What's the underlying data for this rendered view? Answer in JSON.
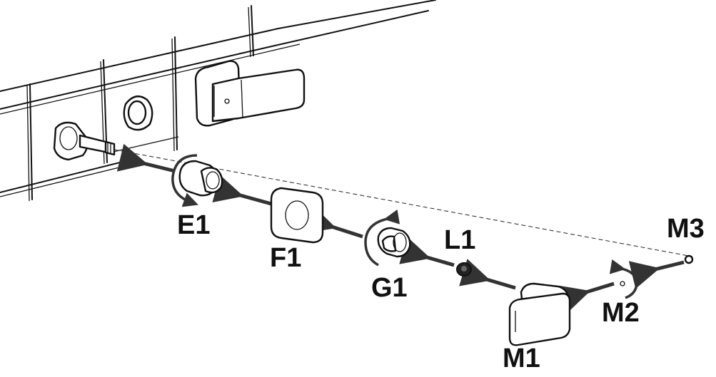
{
  "labels": {
    "e1": "E1",
    "f1": "F1",
    "g1": "G1",
    "l1": "L1",
    "m1": "M1",
    "m2": "M2",
    "m3": "M3"
  },
  "colors": {
    "line": "#111111",
    "arrow": "#333333",
    "background": "#ffffff"
  }
}
